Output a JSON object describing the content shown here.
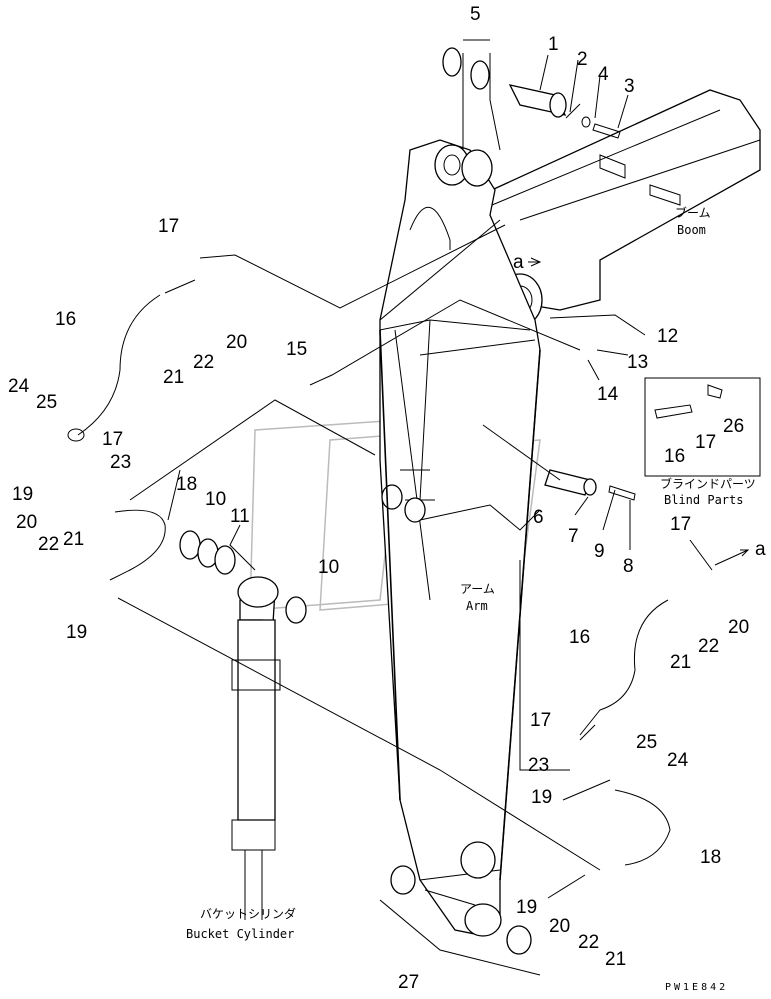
{
  "labels": {
    "boom_jp": "ブーム",
    "boom_en": "Boom",
    "arm_jp": "アーム",
    "arm_en": "Arm",
    "bucket_jp": "バケットシリンダ",
    "bucket_en": "Bucket Cylinder",
    "blind_jp": "ブラインドパーツ",
    "blind_en": "Blind Parts",
    "ref_a": "a",
    "drawing_code": "PW1E842"
  },
  "parts": [
    "1",
    "2",
    "3",
    "4",
    "5",
    "6",
    "7",
    "8",
    "9",
    "10",
    "11",
    "12",
    "13",
    "14",
    "15",
    "16",
    "17",
    "18",
    "19",
    "20",
    "21",
    "22",
    "23",
    "24",
    "25",
    "26",
    "27"
  ]
}
